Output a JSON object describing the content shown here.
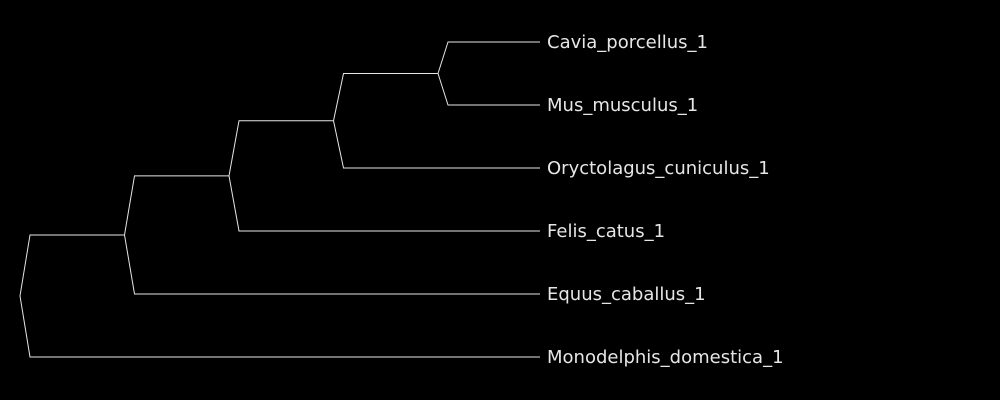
{
  "colors": {
    "background": "#000000",
    "branch": "#e6e6e6",
    "label": "#e6e6e6"
  },
  "tree": {
    "type": "rectangular-phylogram",
    "root": {
      "id": "root",
      "children": [
        {
          "id": "n1",
          "children": [
            {
              "id": "n2",
              "children": [
                {
                  "id": "n3",
                  "children": [
                    {
                      "id": "n4",
                      "children": [
                        {
                          "id": "leaf1",
                          "label": "Cavia_porcellus_1"
                        },
                        {
                          "id": "leaf2",
                          "label": "Mus_musculus_1"
                        }
                      ]
                    },
                    {
                      "id": "leaf3",
                      "label": "Oryctolagus_cuniculus_1"
                    }
                  ]
                },
                {
                  "id": "leaf4",
                  "label": "Felis_catus_1"
                }
              ]
            },
            {
              "id": "leaf5",
              "label": "Equus_caballus_1"
            }
          ]
        },
        {
          "id": "leaf6",
          "label": "Monodelphis_domestica_1"
        }
      ]
    }
  }
}
